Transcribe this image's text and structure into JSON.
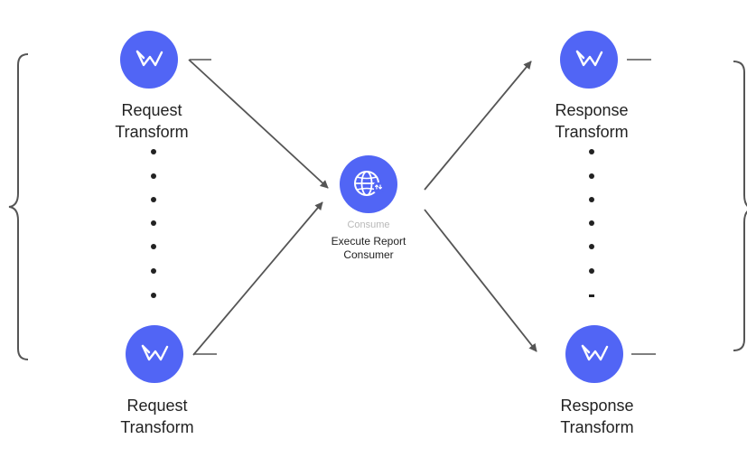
{
  "accent_color": "#5165f5",
  "line_color": "#555555",
  "icons": {
    "transform": "double-check-icon",
    "consumer": "globe-refresh-icon"
  },
  "nodes": {
    "request_top": {
      "line1": "Request",
      "line2": "Transform"
    },
    "request_bottom": {
      "line1": "Request",
      "line2": "Transform"
    },
    "response_top": {
      "line1": "Response",
      "line2": "Transform"
    },
    "response_bottom": {
      "line1": "Response",
      "line2": "Transform"
    },
    "center": {
      "type": "Consume",
      "line1": "Execute Report",
      "line2": "Consumer"
    }
  }
}
